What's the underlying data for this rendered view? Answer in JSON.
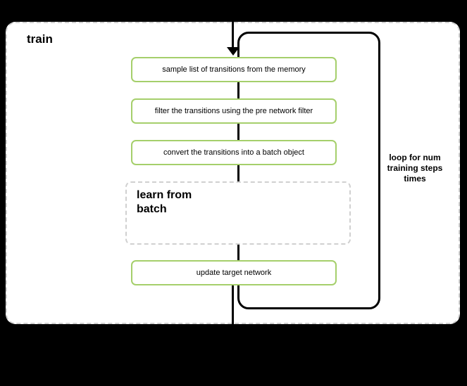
{
  "diagram": {
    "title": "train",
    "steps": [
      {
        "label": "sample list of transitions from the memory"
      },
      {
        "label": "filter the transitions using the pre network filter"
      },
      {
        "label": "convert the transitions into a batch object"
      }
    ],
    "subprocess": {
      "label": "learn from\nbatch"
    },
    "final_step": {
      "label": "update target network"
    },
    "loop": {
      "label": "loop for num\ntraining steps\ntimes"
    },
    "colors": {
      "step-border": "#a5cf6b",
      "loop-border": "#000000",
      "panel-border": "#d0d0d0"
    }
  }
}
